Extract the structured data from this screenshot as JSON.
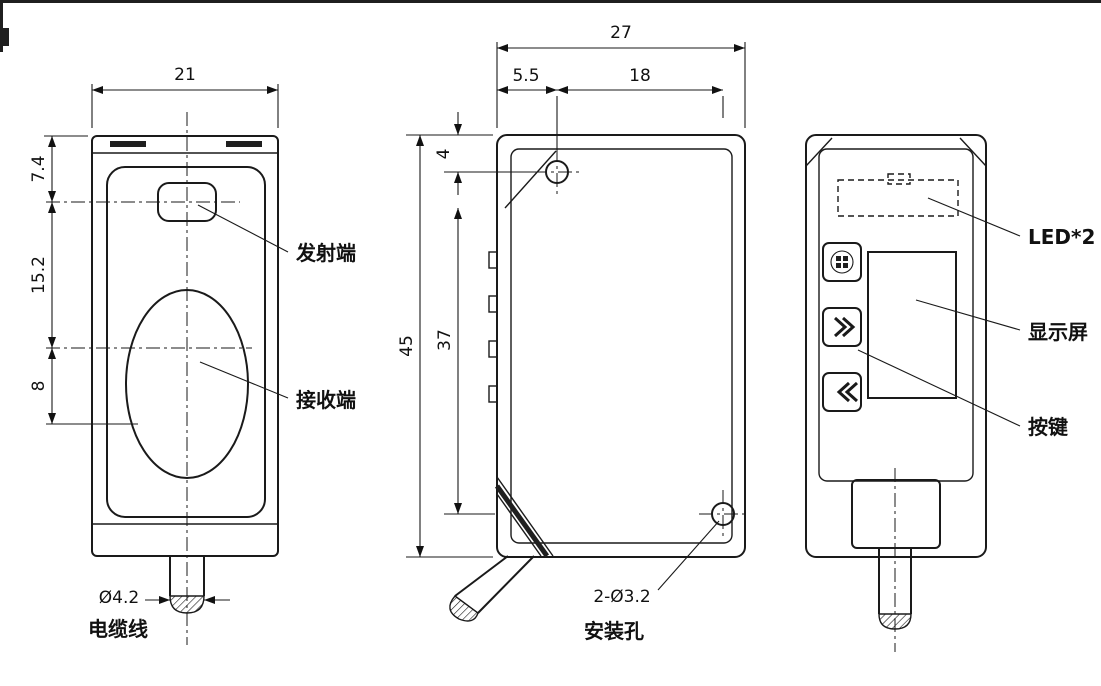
{
  "drawing": {
    "front_view": {
      "width_dim": "21",
      "emitter_offset_dim": "7.4",
      "emitter_receiver_dim": "15.2",
      "receiver_offset_dim": "8",
      "emitter_label": "发射端",
      "receiver_label": "接收端",
      "cable_dia_dim": "Ø4.2",
      "cable_label": "电缆线"
    },
    "side_view": {
      "width_dim": "27",
      "hole_offset_x_dim": "5.5",
      "hole_spacing_x_dim": "18",
      "hole_offset_y_dim": "4",
      "height_dim": "45",
      "hole_spacing_y_dim": "37",
      "holes_dim": "2-Ø3.2",
      "hole_label": "安装孔"
    },
    "back_view": {
      "led_label": "LED*2",
      "display_label": "显示屏",
      "buttons_label": "按键"
    },
    "colors": {
      "line": "#1a1a1a",
      "background": "#ffffff"
    }
  }
}
